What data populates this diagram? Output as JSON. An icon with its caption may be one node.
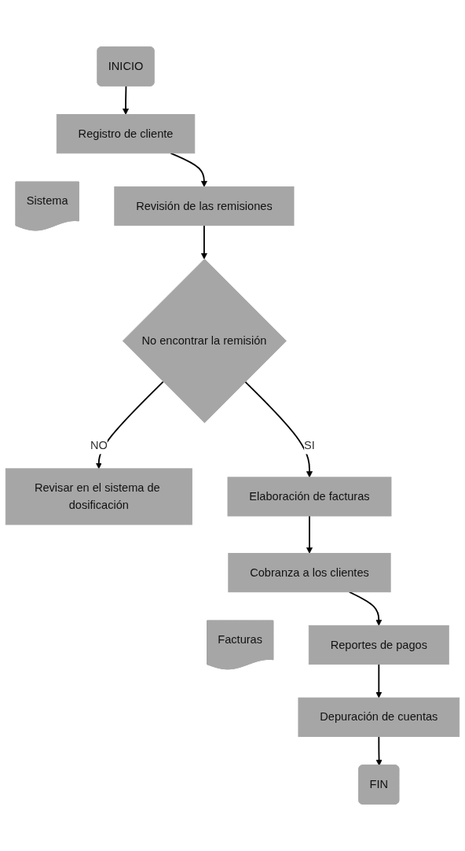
{
  "diagram": {
    "nodes": [
      {
        "text": [
          "INICIO"
        ]
      },
      {
        "text": [
          "Registro de cliente"
        ]
      },
      {
        "text": [
          "Sistema"
        ]
      },
      {
        "text": [
          "Revisión de las remisiones"
        ]
      },
      {
        "text": [
          "No encontrar la remisión"
        ]
      },
      {
        "text": [
          "Revisar en el sistema de dosificación"
        ]
      },
      {
        "text": [
          "Elaboración de facturas"
        ]
      },
      {
        "text": [
          "Cobranza a los clientes"
        ]
      },
      {
        "text": [
          "Facturas"
        ]
      },
      {
        "text": [
          "Reportes de pagos"
        ]
      },
      {
        "text": [
          "Depuración de cuentas"
        ]
      },
      {
        "text": [
          "FIN"
        ]
      }
    ],
    "edges": [
      {
        "from": 0,
        "to": 1,
        "arrow": "to"
      },
      {
        "from": 1,
        "to": 3,
        "arrow": "to"
      },
      {
        "from": 3,
        "to": 4,
        "arrow": "to"
      },
      {
        "from": 4,
        "to": 5,
        "arrow": "to",
        "label": "NO"
      },
      {
        "from": 4,
        "to": 6,
        "arrow": "to",
        "label": "SI"
      },
      {
        "from": 6,
        "to": 7,
        "arrow": "to"
      },
      {
        "from": 7,
        "to": 9,
        "arrow": "to"
      },
      {
        "from": 9,
        "to": 10,
        "arrow": "to"
      },
      {
        "from": 10,
        "to": 11,
        "arrow": "to"
      }
    ]
  }
}
